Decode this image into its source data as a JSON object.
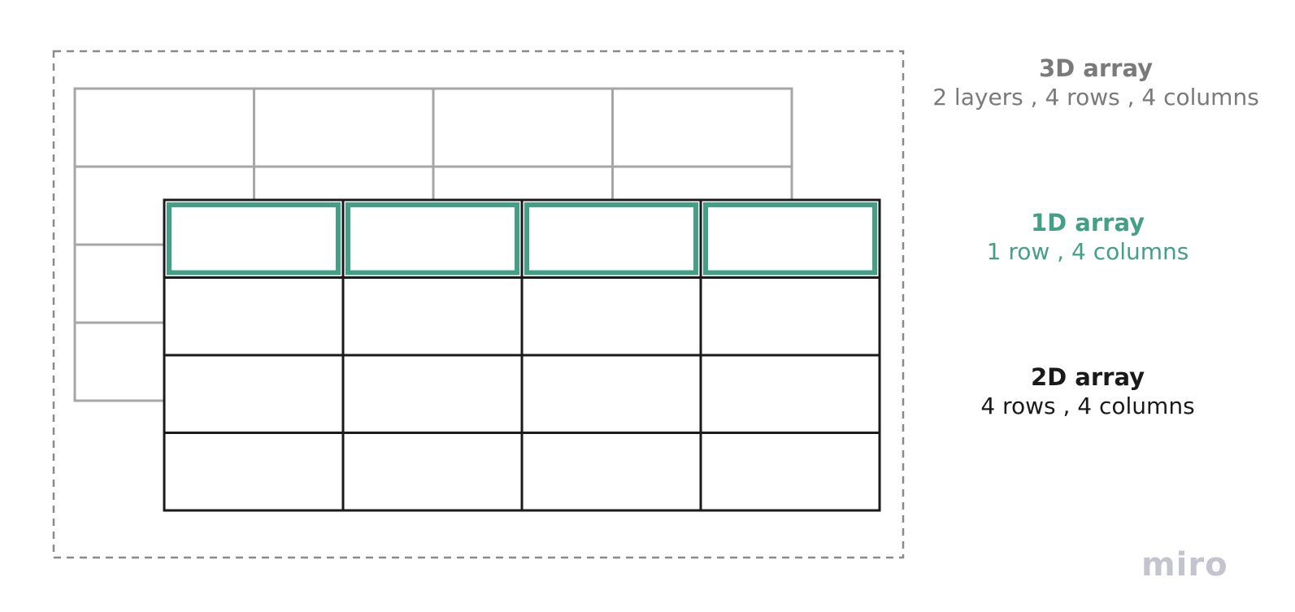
{
  "labels": {
    "three_d": {
      "title": "3D array",
      "subtitle": "2 layers , 4 rows , 4 columns"
    },
    "one_d": {
      "title": "1D array",
      "subtitle": "1 row , 4 columns"
    },
    "two_d": {
      "title": "2D array",
      "subtitle": "4 rows , 4 columns"
    }
  },
  "logo": "miro",
  "colors": {
    "back_layer": "#a6a6a6",
    "front_layer": "#1a1a1a",
    "highlight": "#43a087",
    "three_d_text": "#7a7a7a",
    "one_d_text": "#43a087",
    "two_d_text": "#1a1a1a",
    "dashed_border": "#8a8a8a",
    "logo": "#c4c4cf"
  },
  "grid": {
    "rows": 4,
    "columns": 4,
    "layers": 2,
    "highlighted_row": 1
  }
}
